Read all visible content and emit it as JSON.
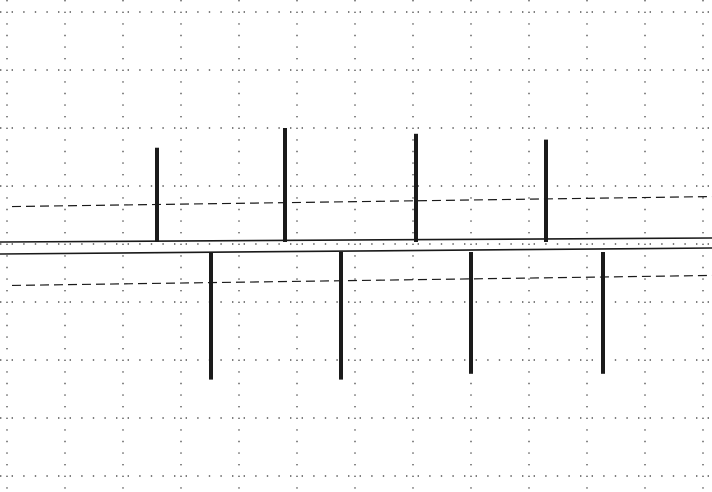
{
  "colors": {
    "paper": "#ffffff",
    "grid_dots": "#555555",
    "ink": "#1a1a1a"
  },
  "chart_data": {
    "type": "bar",
    "grid": "dotted",
    "axis": "horizontal-baseline",
    "reference_lines": {
      "style": "dashed",
      "levels": [
        0.68,
        -0.68
      ]
    },
    "ylim": [
      -2.5,
      2.5
    ],
    "series": [
      {
        "values": [
          1.66,
          2.0,
          1.9,
          1.8
        ]
      },
      {
        "values": [
          -2.2,
          -2.2,
          -2.1,
          -2.1
        ]
      }
    ]
  }
}
